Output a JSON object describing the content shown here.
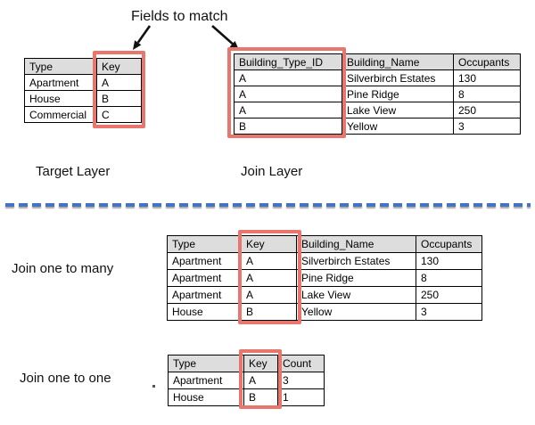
{
  "annotation": {
    "fields_to_match": "Fields to match"
  },
  "colors": {
    "highlight_red": "#E9766C",
    "header_gray": "#DDDDDD",
    "separator_blue": "#4472C4"
  },
  "target_layer": {
    "caption": "Target Layer",
    "table": {
      "headers": [
        "Type",
        "Key"
      ],
      "rows": [
        [
          "Apartment",
          "A"
        ],
        [
          "House",
          "B"
        ],
        [
          "Commercial",
          "C"
        ]
      ],
      "highlighted_column": "Key"
    }
  },
  "join_layer": {
    "caption": "Join Layer",
    "table": {
      "headers": [
        "Building_Type_ID",
        "Building_Name",
        "Occupants"
      ],
      "rows": [
        [
          "A",
          "Silverbirch Estates",
          "130"
        ],
        [
          "A",
          "Pine Ridge",
          "8"
        ],
        [
          "A",
          "Lake View",
          "250"
        ],
        [
          "B",
          "Yellow",
          "3"
        ]
      ],
      "highlighted_column": "Building_Type_ID"
    }
  },
  "join_one_to_many": {
    "caption": "Join one to many",
    "table": {
      "headers": [
        "Type",
        "Key",
        "Building_Name",
        "Occupants"
      ],
      "rows": [
        [
          "Apartment",
          "A",
          "Silverbirch Estates",
          "130"
        ],
        [
          "Apartment",
          "A",
          "Pine Ridge",
          "8"
        ],
        [
          "Apartment",
          "A",
          "Lake View",
          "250"
        ],
        [
          "House",
          "B",
          "Yellow",
          "3"
        ]
      ],
      "highlighted_column": "Key"
    }
  },
  "join_one_to_one": {
    "caption": "Join one to one",
    "table": {
      "headers": [
        "Type",
        "Key",
        "Count"
      ],
      "rows": [
        [
          "Apartment",
          "A",
          "3"
        ],
        [
          "House",
          "B",
          "1"
        ]
      ],
      "highlighted_column": "Key"
    }
  }
}
